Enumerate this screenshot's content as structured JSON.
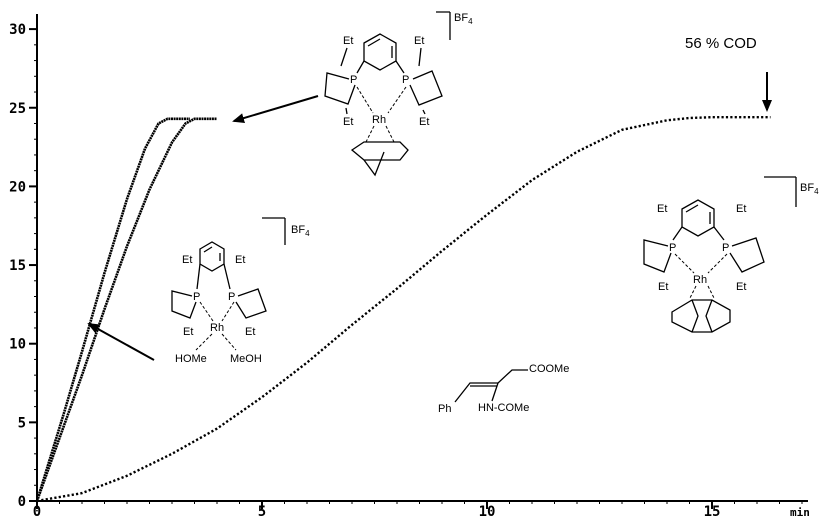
{
  "chart_data": {
    "type": "line",
    "xlabel": "min",
    "ylabel": "",
    "xlim": [
      0,
      17
    ],
    "ylim": [
      0,
      30.5
    ],
    "x_ticks": [
      0,
      5,
      10,
      15
    ],
    "y_ticks": [
      0,
      5,
      10,
      15,
      20,
      25,
      30
    ],
    "grid": false,
    "series": [
      {
        "x": [
          0,
          0.3,
          0.6,
          1.0,
          1.5,
          2.0,
          2.4,
          2.7,
          2.9,
          3.0,
          3.2,
          3.4
        ],
        "y": [
          0,
          2.8,
          5.6,
          9.5,
          14.5,
          19.2,
          22.4,
          24.0,
          24.3,
          24.3,
          24.3,
          24.3
        ]
      },
      {
        "x": [
          0,
          0.3,
          0.6,
          1.0,
          1.5,
          2.0,
          2.5,
          3.0,
          3.3,
          3.5,
          3.7,
          4.0
        ],
        "y": [
          0,
          2.4,
          4.8,
          8.0,
          12.2,
          16.2,
          19.8,
          22.8,
          24.0,
          24.3,
          24.3,
          24.3
        ]
      },
      {
        "x": [
          0,
          1,
          2,
          3,
          4,
          5,
          6,
          7,
          8,
          9,
          10,
          11,
          12,
          13,
          14,
          14.5,
          15,
          16,
          16.3
        ],
        "y": [
          0,
          0.5,
          1.6,
          3.0,
          4.6,
          6.6,
          8.8,
          11.2,
          13.5,
          15.9,
          18.2,
          20.4,
          22.2,
          23.6,
          24.2,
          24.35,
          24.4,
          24.4,
          24.4
        ]
      }
    ],
    "annotations": {
      "cod_label": "56 % COD",
      "counterion": "BF",
      "counterion_sub": "4",
      "ethyl": "Et",
      "phosphorus": "P",
      "rhodium": "Rh",
      "ligand_left": "HOMe",
      "ligand_right": "MeOH",
      "substrate_ester": "COOMe",
      "substrate_amide": "HN-COMe",
      "substrate_aryl": "Ph"
    }
  }
}
